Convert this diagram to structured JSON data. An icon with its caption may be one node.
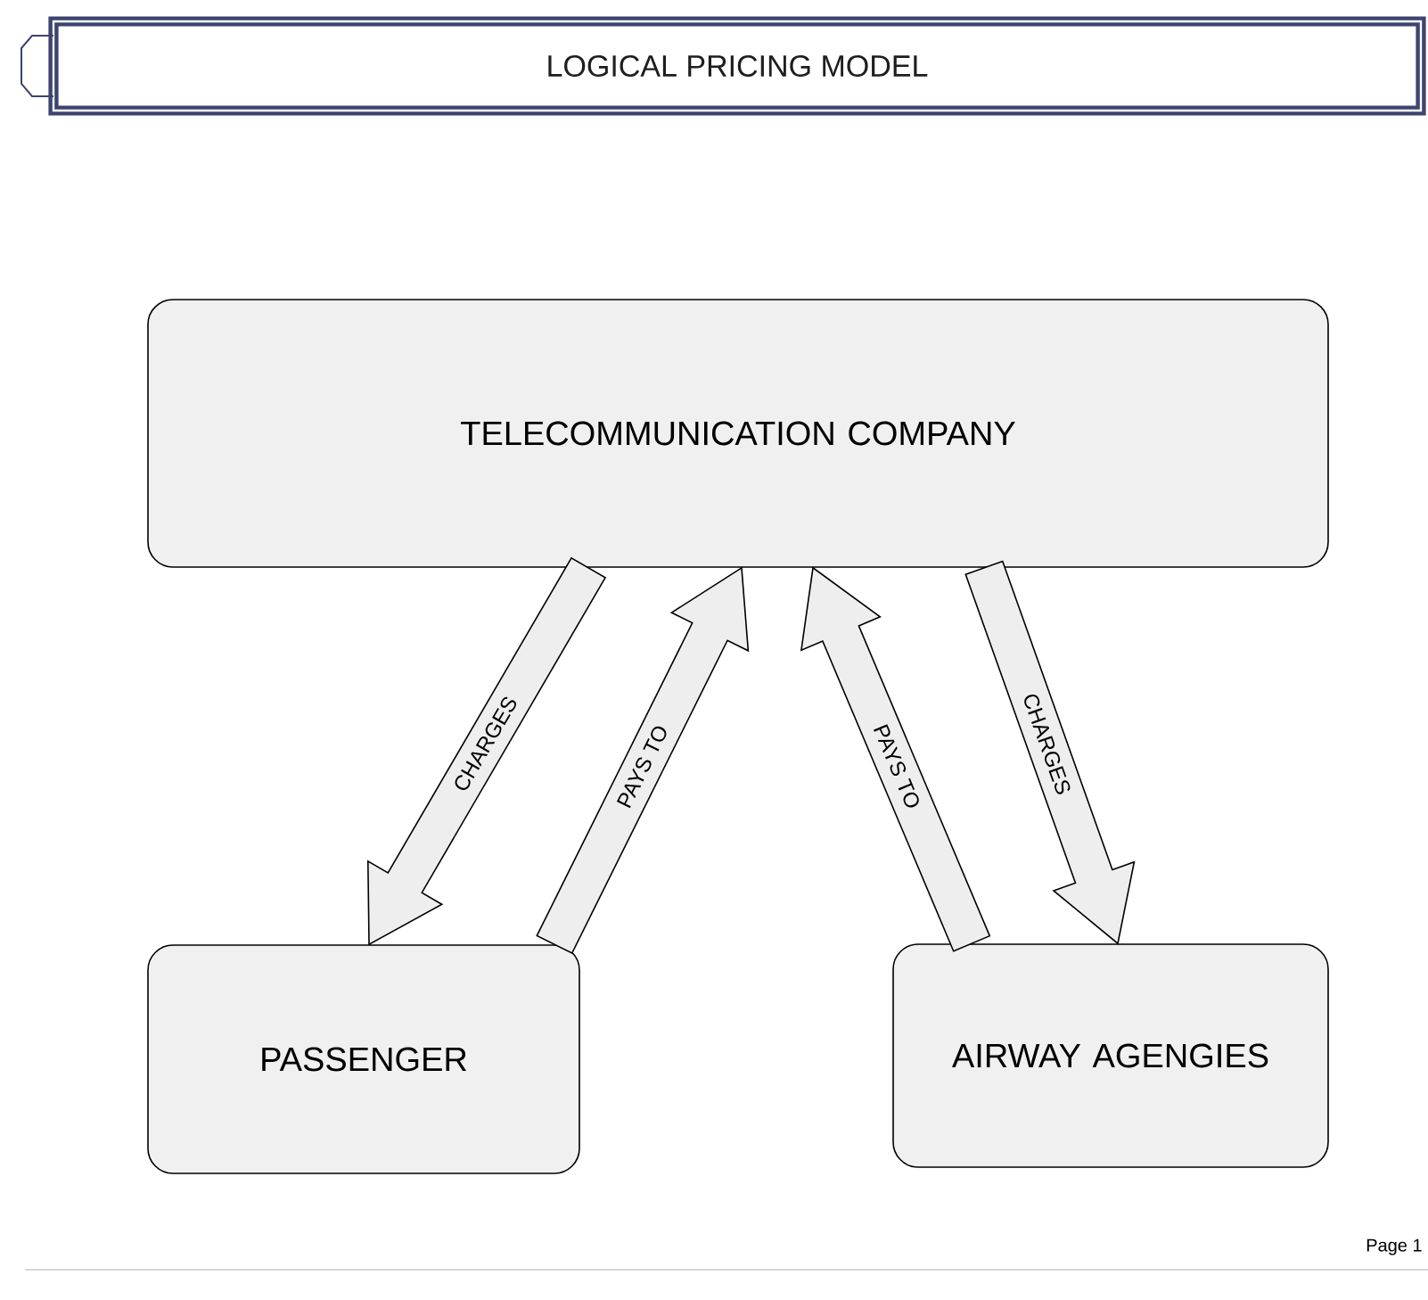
{
  "diagram": {
    "title": "LOGICAL PRICING MODEL",
    "nodes": [
      {
        "text": [
          "TELECOMMUNICATION COMPANY"
        ]
      },
      {
        "text": [
          "PASSENGER"
        ]
      },
      {
        "text": [
          "AIRWAY AGENGIES"
        ]
      }
    ],
    "edges": [
      {
        "from": 0,
        "to": 1,
        "arrow": "to",
        "label": "CHARGES"
      },
      {
        "from": 1,
        "to": 0,
        "arrow": "to",
        "label": "PAYS TO"
      },
      {
        "from": 2,
        "to": 0,
        "arrow": "to",
        "label": "PAYS TO"
      },
      {
        "from": 0,
        "to": 2,
        "arrow": "to",
        "label": "CHARGES"
      }
    ],
    "labels": [
      "Page 1"
    ]
  }
}
